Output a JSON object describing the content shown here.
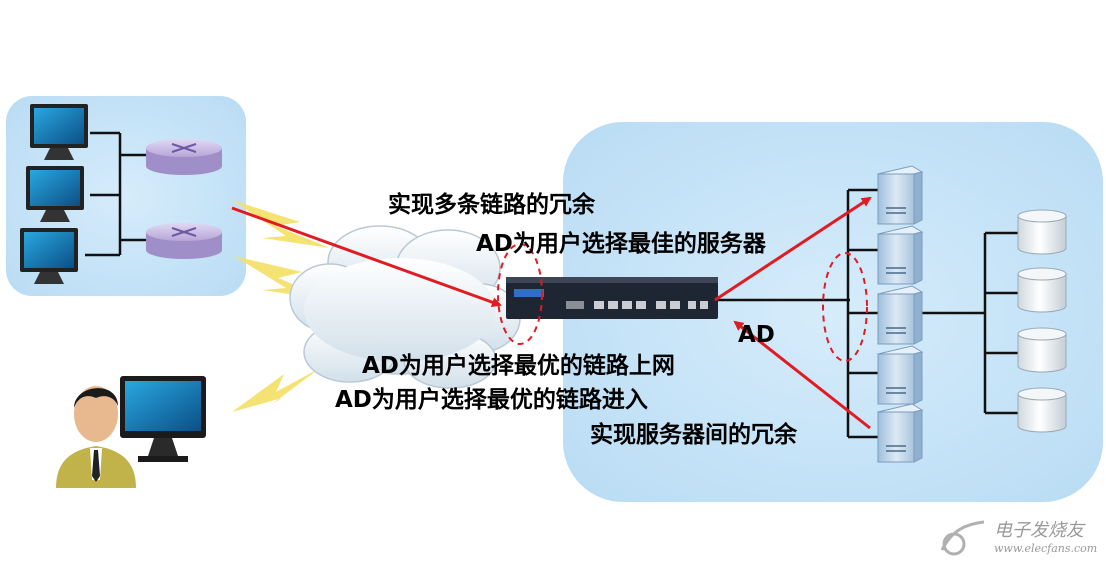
{
  "labels": {
    "redundancy_links": "实现多条链路的冗余",
    "best_server": "AD为用户选择最佳的服务器",
    "best_link_out": "AD为用户选择最优的链路上网",
    "best_link_in": "AD为用户选择最优的链路进入",
    "server_redundancy": "实现服务器间的冗余",
    "device_name": "AD"
  },
  "watermark": {
    "brand": "电子发烧友",
    "url": "www.elecfans.com"
  },
  "colors": {
    "zone_fill": "#cfe6f7",
    "arrow": "#e01b22",
    "bolt": "#f3e06a",
    "router": "#b7a9d6",
    "server": "#c7dcef",
    "storage": "#e8edf1"
  }
}
